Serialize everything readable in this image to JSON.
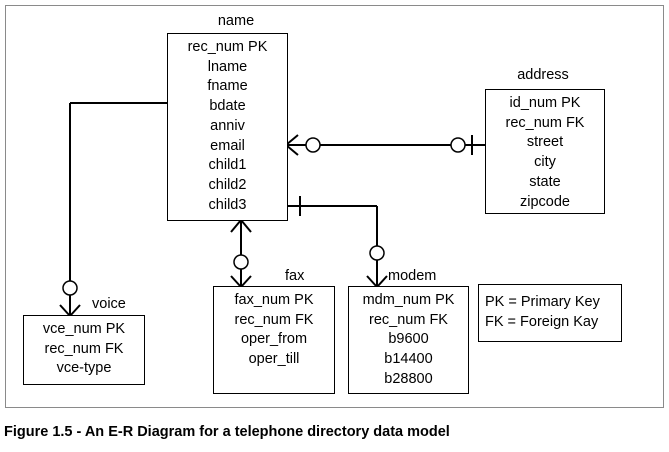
{
  "entities": {
    "name": {
      "title": "name",
      "attributes": [
        "rec_num PK",
        "lname",
        "fname",
        "bdate",
        "anniv",
        "email",
        "child1",
        "child2",
        "child3"
      ]
    },
    "address": {
      "title": "address",
      "attributes": [
        "id_num PK",
        "rec_num FK",
        "street",
        "city",
        "state",
        "zipcode"
      ]
    },
    "voice": {
      "title": "voice",
      "attributes": [
        "vce_num PK",
        "rec_num FK",
        "vce-type"
      ]
    },
    "fax": {
      "title": "fax",
      "attributes": [
        "fax_num PK",
        "rec_num FK",
        "oper_from",
        "oper_till"
      ]
    },
    "modem": {
      "title": "modem",
      "attributes": [
        "mdm_num PK",
        "rec_num FK",
        "b9600",
        "b14400",
        "b28800"
      ]
    }
  },
  "legend": [
    "PK = Primary Key",
    "FK = Foreign Kay"
  ],
  "caption": "Figure 1.5 - An E-R Diagram for a telephone directory data model",
  "colors": {
    "line": "#000000",
    "frame": "#8a8a8a",
    "background": "#ffffff"
  }
}
